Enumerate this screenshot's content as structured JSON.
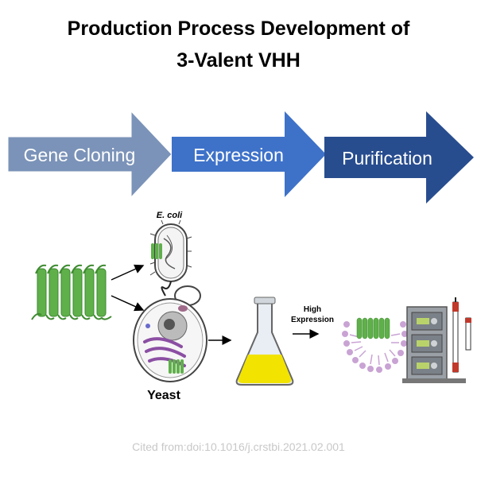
{
  "title": {
    "line1": "Production Process Development of",
    "line2": "3-Valent VHH"
  },
  "steps": [
    {
      "label": "Gene Cloning",
      "color": "#7b93b8"
    },
    {
      "label": "Expression",
      "color": "#3e72c9"
    },
    {
      "label": "Purification",
      "color": "#284d8f"
    }
  ],
  "labels": {
    "ecoli": "E. coli",
    "yeast": "Yeast",
    "high_expression_line1": "High",
    "high_expression_line2": "Expression"
  },
  "citation": "Cited from:doi:10.1016/j.crstbi.2021.02.001"
}
